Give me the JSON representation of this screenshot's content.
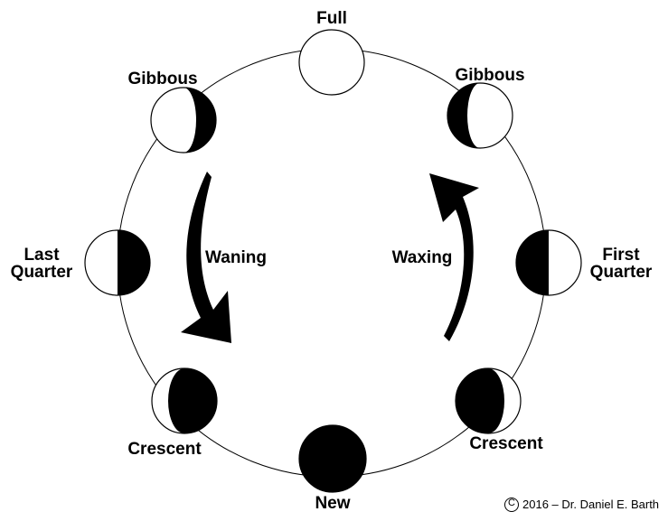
{
  "phases": [
    {
      "id": "full",
      "label": "Full",
      "shading": "full"
    },
    {
      "id": "waxing-gibbous",
      "label": "Gibbous",
      "shading": "waxing-gibbous"
    },
    {
      "id": "first-quarter",
      "label_line1": "First",
      "label_line2": "Quarter",
      "shading": "first-quarter"
    },
    {
      "id": "waxing-crescent",
      "label": "Crescent",
      "shading": "waxing-crescent"
    },
    {
      "id": "new",
      "label": "New",
      "shading": "new"
    },
    {
      "id": "waning-crescent",
      "label": "Crescent",
      "shading": "waning-crescent"
    },
    {
      "id": "last-quarter",
      "label_line1": "Last",
      "label_line2": "Quarter",
      "shading": "last-quarter"
    },
    {
      "id": "waning-gibbous",
      "label": "Gibbous",
      "shading": "waning-gibbous"
    }
  ],
  "arrows": {
    "waning": "Waning",
    "waxing": "Waxing"
  },
  "copyright": {
    "symbol": "C",
    "text": "2016 – Dr. Daniel E. Barth"
  },
  "colors": {
    "ink": "#000000",
    "paper": "#ffffff"
  }
}
